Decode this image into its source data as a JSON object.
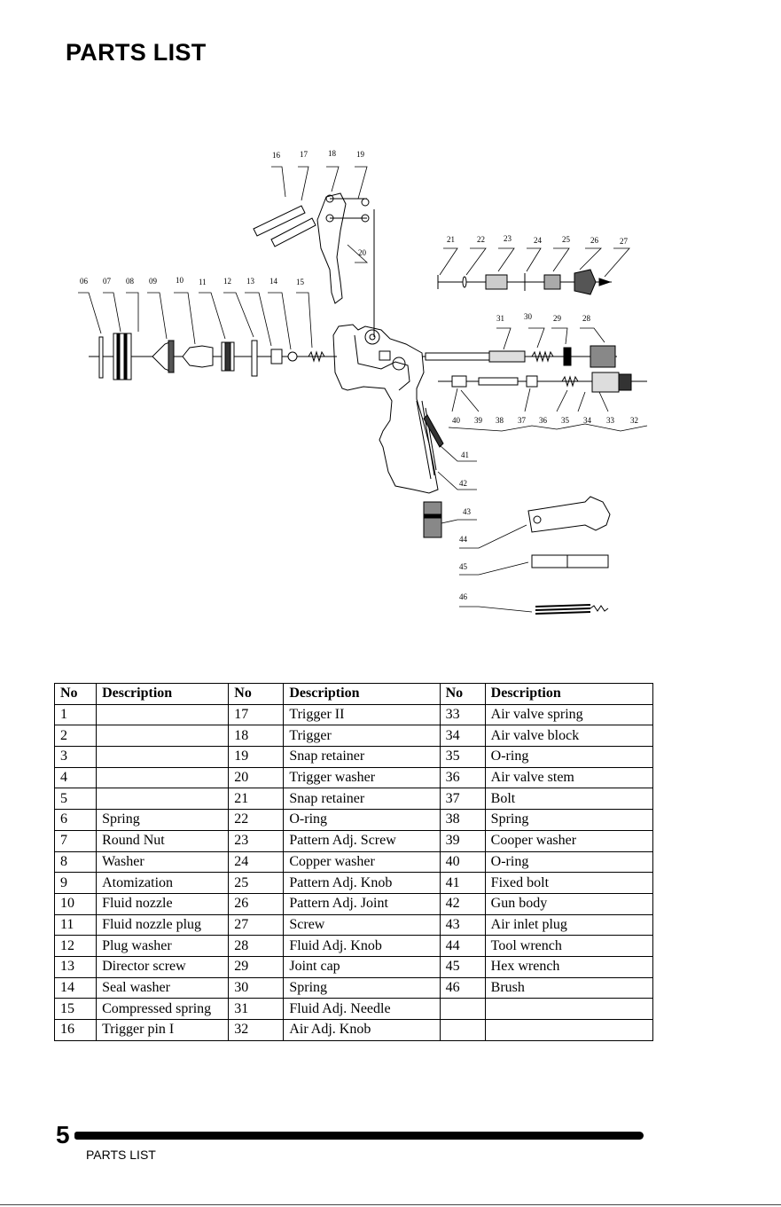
{
  "title": "PARTS LIST",
  "diagram": {
    "callouts": [
      "06",
      "07",
      "08",
      "09",
      "10",
      "11",
      "12",
      "13",
      "14",
      "15",
      "16",
      "17",
      "18",
      "19",
      "20",
      "21",
      "22",
      "23",
      "24",
      "25",
      "26",
      "27",
      "28",
      "29",
      "30",
      "31",
      "32",
      "33",
      "34",
      "35",
      "36",
      "37",
      "38",
      "39",
      "40",
      "41",
      "42",
      "43",
      "44",
      "45",
      "46"
    ]
  },
  "table": {
    "headers": [
      "No",
      "Description",
      "No",
      "Description",
      "No",
      "Description"
    ],
    "rows": [
      [
        "1",
        "",
        "17",
        "Trigger II",
        "33",
        "Air valve spring"
      ],
      [
        "2",
        "",
        "18",
        "Trigger",
        "34",
        "Air valve block"
      ],
      [
        "3",
        "",
        "19",
        "Snap retainer",
        "35",
        "O-ring"
      ],
      [
        "4",
        "",
        "20",
        "Trigger washer",
        "36",
        "Air valve stem"
      ],
      [
        "5",
        "",
        "21",
        "Snap retainer",
        "37",
        "Bolt"
      ],
      [
        "6",
        "Spring",
        "22",
        "O-ring",
        "38",
        "Spring"
      ],
      [
        "7",
        "Round Nut",
        "23",
        "Pattern Adj. Screw",
        "39",
        "Cooper washer"
      ],
      [
        "8",
        "Washer",
        "24",
        "Copper washer",
        "40",
        "O-ring"
      ],
      [
        "9",
        "Atomization",
        "25",
        "Pattern Adj. Knob",
        "41",
        "Fixed bolt"
      ],
      [
        "10",
        "Fluid nozzle",
        "26",
        "Pattern Adj. Joint",
        "42",
        "Gun body"
      ],
      [
        "11",
        "Fluid nozzle plug",
        "27",
        "Screw",
        "43",
        "Air inlet plug"
      ],
      [
        "12",
        "Plug washer",
        "28",
        "Fluid Adj. Knob",
        "44",
        "Tool wrench"
      ],
      [
        "13",
        "Director screw",
        "29",
        "Joint cap",
        "45",
        "Hex wrench"
      ],
      [
        "14",
        "Seal washer",
        "30",
        "Spring",
        "46",
        "Brush"
      ],
      [
        "15",
        "Compressed spring",
        "31",
        "Fluid Adj. Needle",
        "",
        ""
      ],
      [
        "16",
        "Trigger pin I",
        "32",
        "Air Adj. Knob",
        "",
        ""
      ]
    ]
  },
  "footer": {
    "page_number": "5",
    "section_label": "PARTS LIST"
  }
}
